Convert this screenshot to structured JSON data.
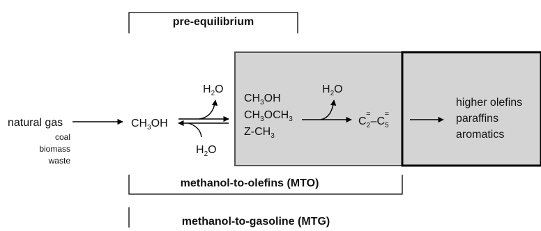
{
  "brackets": {
    "pre_equilibrium": "pre-equilibrium",
    "mto": "methanol-to-olefins (MTO)",
    "mtg": "methanol-to-gasoline (MTG)"
  },
  "feedstocks": {
    "main": "natural gas",
    "others": [
      "coal",
      "biomass",
      "waste"
    ]
  },
  "species": {
    "methanol": {
      "base": "CH",
      "sub": "3",
      "tail": "OH"
    },
    "water_top": {
      "base": "H",
      "sub": "2",
      "tail": "O"
    },
    "water_bottom": {
      "base": "H",
      "sub": "2",
      "tail": "O"
    },
    "water_middle": {
      "base": "H",
      "sub": "2",
      "tail": "O"
    },
    "box_methanol": {
      "base": "CH",
      "sub": "3",
      "tail": "OH"
    },
    "box_dme": {
      "base": "CH",
      "sub": "3",
      "mid": "OCH",
      "sub2": "3"
    },
    "box_zch3": {
      "base": "Z-CH",
      "sub": "3"
    },
    "light_olefins": {
      "c2": "C",
      "c2_sub": "2",
      "c2_sup": "=",
      "dash": "–",
      "c5": "C",
      "c5_sub": "5",
      "c5_sup": "="
    }
  },
  "products": [
    "higher olefins",
    "paraffins",
    "aromatics"
  ],
  "colors": {
    "box_fill": "#d4d4d4",
    "box_stroke": "#555555",
    "right_box_stroke": "#000000",
    "line": "#000000"
  }
}
